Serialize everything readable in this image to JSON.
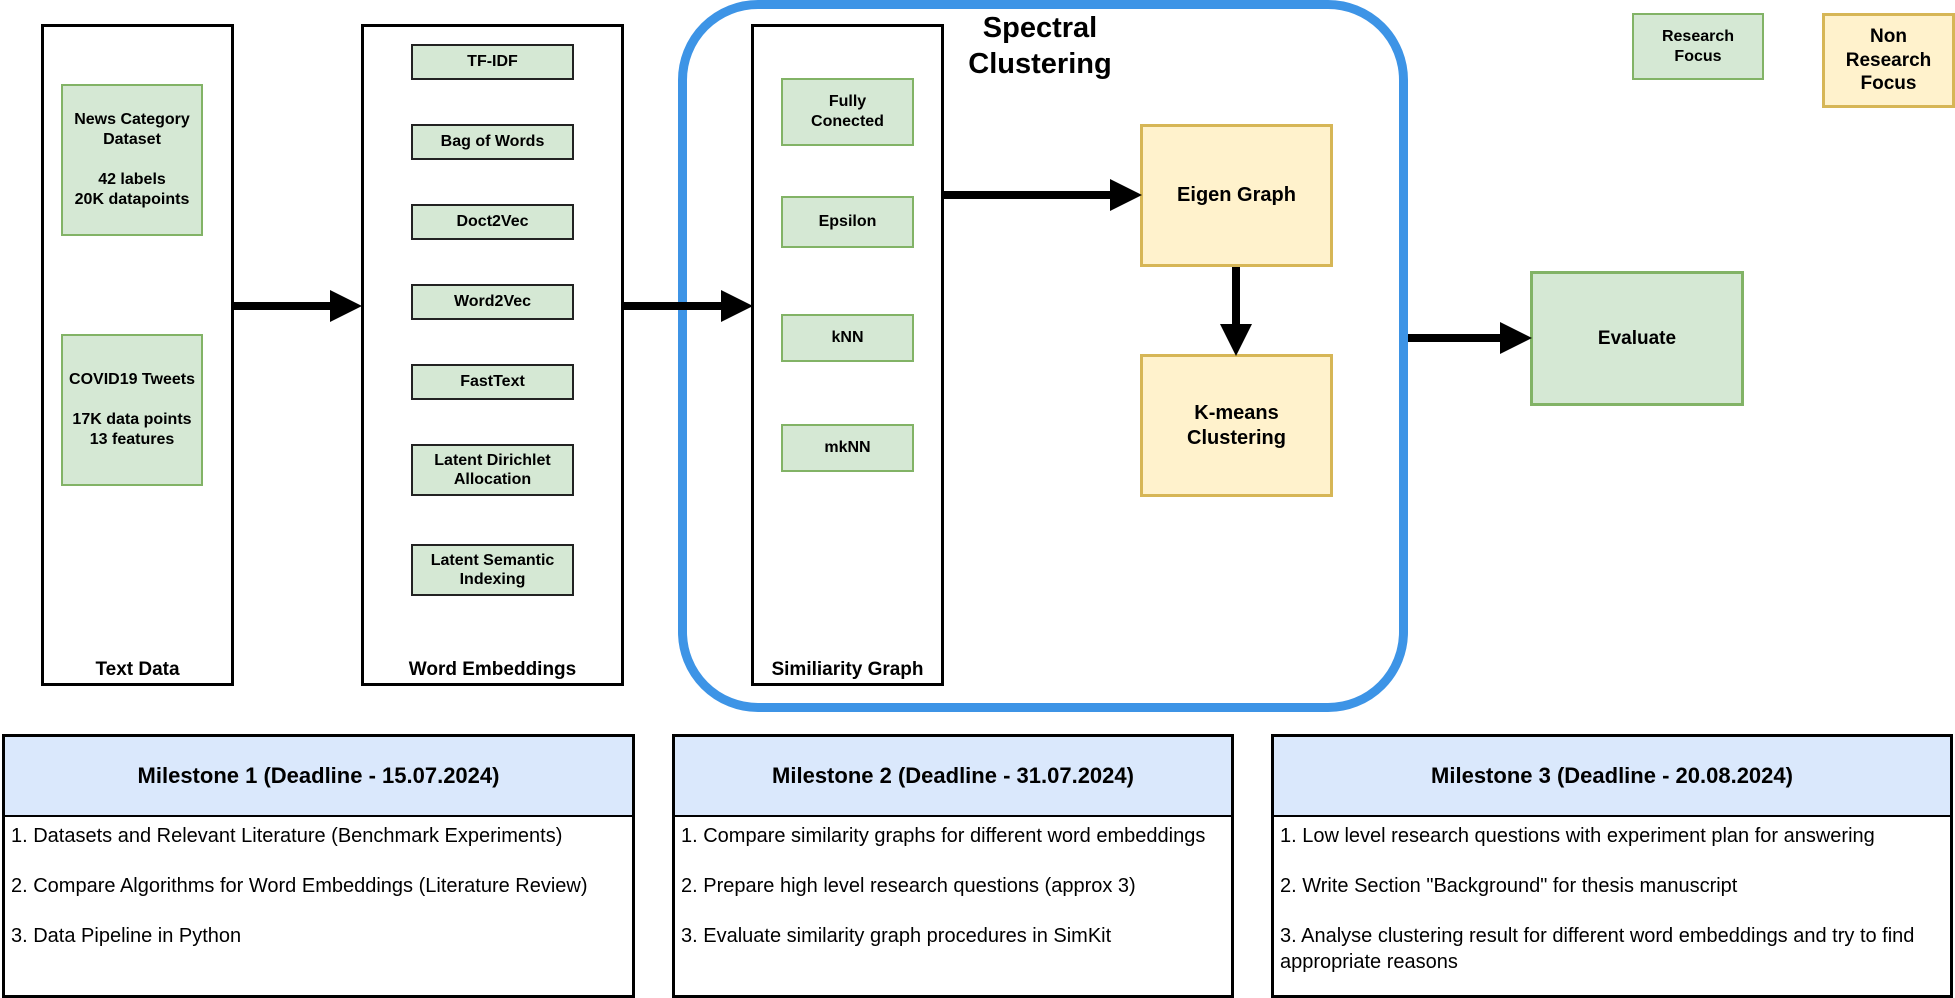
{
  "columns": {
    "text_data": {
      "label": "Text Data",
      "items": [
        "News Category\nDataset\n\n42 labels\n20K datapoints",
        "COVID19 Tweets\n\n17K data points\n13 features"
      ]
    },
    "word_embeddings": {
      "label": "Word Embeddings",
      "items": [
        "TF-IDF",
        "Bag of Words",
        "Doct2Vec",
        "Word2Vec",
        "FastText",
        "Latent Dirichlet\nAllocation",
        "Latent Semantic\nIndexing"
      ]
    },
    "similarity_graph": {
      "label": "Similiarity Graph",
      "items": [
        "Fully\nConected",
        "Epsilon",
        "kNN",
        "mkNN"
      ]
    }
  },
  "spectral": {
    "title": "Spectral\nClustering",
    "eigen_graph": "Eigen Graph",
    "kmeans": "K-means\nClustering"
  },
  "evaluate": "Evaluate",
  "legend": {
    "research": "Research\nFocus",
    "non_research": "Non\nResearch\nFocus"
  },
  "milestones": [
    {
      "title": "Milestone 1 (Deadline - 15.07.2024)",
      "items": [
        "1. Datasets and Relevant Literature (Benchmark Experiments)",
        "2. Compare Algorithms for Word Embeddings (Literature Review)",
        "3. Data Pipeline in Python"
      ]
    },
    {
      "title": "Milestone 2 (Deadline - 31.07.2024)",
      "items": [
        "1. Compare similarity graphs for different word embeddings",
        "2. Prepare high level research questions (approx 3)",
        "3. Evaluate similarity graph procedures in SimKit"
      ]
    },
    {
      "title": "Milestone 3 (Deadline - 20.08.2024)",
      "items": [
        "1. Low level research questions with experiment plan for answering",
        "2. Write Section \"Background\" for thesis manuscript",
        "3. Analyse clustering result for different word embeddings and try to find appropriate reasons"
      ]
    }
  ],
  "colors": {
    "research_fill": "#d5e8d4",
    "research_border": "#82b366",
    "non_research_fill": "#fff2cc",
    "non_research_border": "#d6b656",
    "spectral_border": "#3d94e6",
    "milestone_header": "#dae8fc"
  }
}
